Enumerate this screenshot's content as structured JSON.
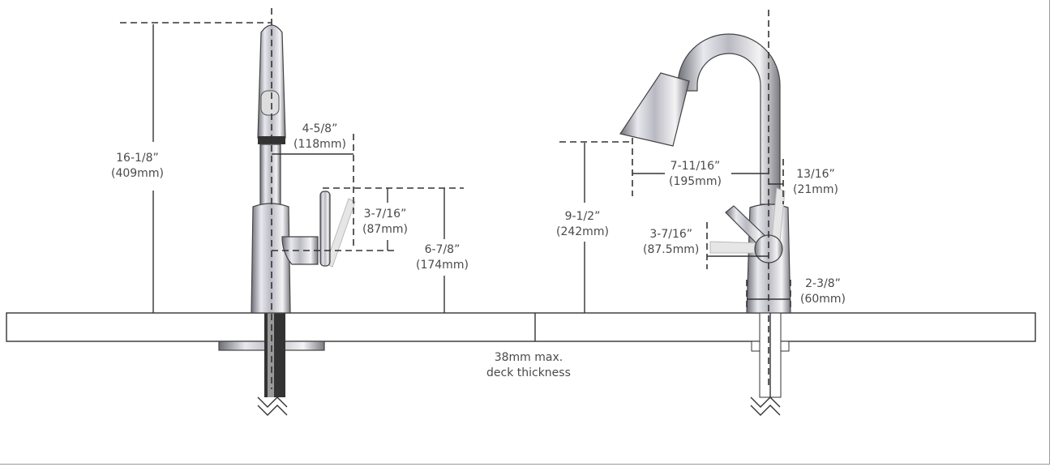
{
  "title": "Faucet dimension drawing",
  "left_view": {
    "overall_height": {
      "imperial": "16-1/8”",
      "metric": "(409mm)"
    },
    "spout_reach": {
      "imperial": "4-5/8”",
      "metric": "(118mm)"
    },
    "handle_height": {
      "imperial": "3-7/16”",
      "metric": "(87mm)"
    },
    "handle_top_height": {
      "imperial": "6-7/8”",
      "metric": "(174mm)"
    }
  },
  "right_view": {
    "spout_height": {
      "imperial": "9-1/2”",
      "metric": "(242mm)"
    },
    "spout_reach": {
      "imperial": "7-11/16”",
      "metric": "(195mm)"
    },
    "handle_clearance": {
      "imperial": "13/16”",
      "metric": "(21mm)"
    },
    "handle_swing": {
      "imperial": "3-7/16”",
      "metric": "(87.5mm)"
    },
    "base_diameter": {
      "imperial": "2-3/8”",
      "metric": "(60mm)"
    }
  },
  "deck": {
    "line1": "38mm max.",
    "line2": "deck thickness"
  }
}
